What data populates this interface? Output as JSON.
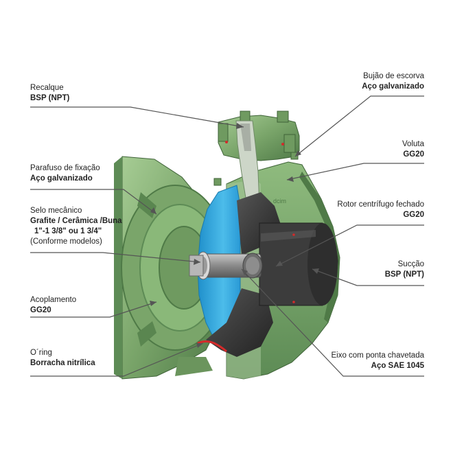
{
  "labels": {
    "recalque": {
      "name": "Recalque",
      "material": "BSP (NPT)"
    },
    "parafuso": {
      "name": "Parafuso de fixação",
      "material": "Aço galvanizado"
    },
    "selo": {
      "name": "Selo mecânico",
      "material_1": "Grafite / Cerâmica /Buna",
      "material_2": "1\"-1 3/8\" ou 1 3/4\"",
      "note": "(Conforme modelos)"
    },
    "acoplamento": {
      "name": "Acoplamento",
      "material": "GG20"
    },
    "oring": {
      "name": "O´ring",
      "material": "Borracha nitrílica"
    },
    "bujao": {
      "name": "Bujão de escorva",
      "material": "Aço galvanizado"
    },
    "voluta": {
      "name": "Voluta",
      "material": "GG20"
    },
    "rotor": {
      "name": "Rotor centrífugo fechado",
      "material": "GG20"
    },
    "succao": {
      "name": "Sucção",
      "material": "BSP (NPT)"
    },
    "eixo": {
      "name": "Eixo com ponta chavetada",
      "material": "Aço SAE 1045"
    }
  },
  "casting_mark": "dcim",
  "colors": {
    "housing_green": "#7aa56a",
    "housing_shadow": "#4f7a47",
    "housing_light": "#9cc28b",
    "section_cut": "#c9d3c4",
    "impeller_dark": "#3a3a3a",
    "seal_blue": "#34a7dd",
    "oring_red": "#d42a2a",
    "shaft_grey": "#8c8c8c",
    "leader_line": "#555555"
  }
}
